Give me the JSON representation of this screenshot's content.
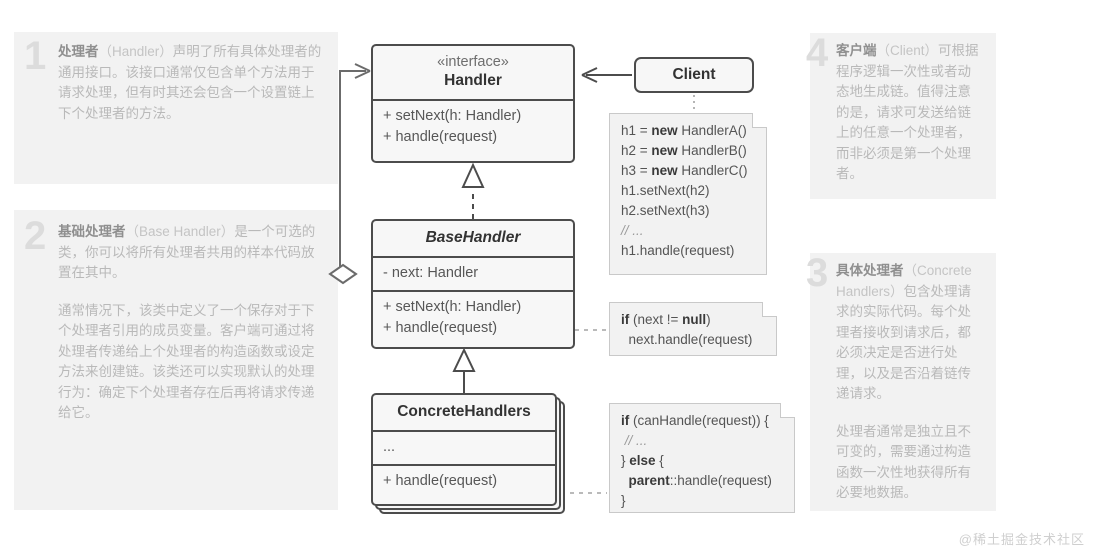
{
  "annotations": [
    {
      "number": "1",
      "term": "处理者",
      "en": "（Handler）",
      "paragraphs": [
        "声明了所有具体处理者的通用接口。该接口通常仅包含单个方法用于请求处理，但有时其还会包含一个设置链上下个处理者的方法。"
      ]
    },
    {
      "number": "2",
      "term": "基础处理者",
      "en": "（Base Handler）",
      "paragraphs": [
        "是一个可选的类，你可以将所有处理者共用的样本代码放置在其中。",
        "通常情况下，该类中定义了一个保存对于下个处理者引用的成员变量。客户端可通过将处理者传递给上个处理者的构造函数或设定方法来创建链。该类还可以实现默认的处理行为：确定下个处理者存在后再将请求传递给它。"
      ]
    },
    {
      "number": "3",
      "term": "具体处理者",
      "en": "（Concrete Handlers）",
      "paragraphs": [
        "包含处理请求的实际代码。每个处理者接收到请求后，都必须决定是否进行处理，以及是否沿着链传递请求。",
        "处理者通常是独立且不可变的，需要通过构造函数一次性地获得所有必要地数据。"
      ]
    },
    {
      "number": "4",
      "term": "客户端",
      "en": "（Client）",
      "paragraphs": [
        "可根据程序逻辑一次性或者动态地生成链。值得注意的是，请求可发送给链上的任意一个处理者，而非必须是第一个处理者。"
      ]
    }
  ],
  "watermark": "@稀土掘金技术社区",
  "classes": {
    "handler": {
      "stereotype": "«interface»",
      "name": "Handler",
      "methods": [
        "+ setNext(h: Handler)",
        "+ handle(request)"
      ]
    },
    "base_handler": {
      "name": "BaseHandler",
      "fields": [
        "- next: Handler"
      ],
      "methods": [
        "+ setNext(h: Handler)",
        "+ handle(request)"
      ]
    },
    "concrete_handlers": {
      "name": "ConcreteHandlers",
      "fields": [
        "..."
      ],
      "methods": [
        "+ handle(request)"
      ]
    },
    "client": {
      "name": "Client"
    }
  },
  "notes": {
    "client_code": {
      "lines": [
        [
          {
            "t": "h1 = ",
            "s": "p"
          },
          {
            "t": "new",
            "s": "b"
          },
          {
            "t": " HandlerA()",
            "s": "p"
          }
        ],
        [
          {
            "t": "h2 = ",
            "s": "p"
          },
          {
            "t": "new",
            "s": "b"
          },
          {
            "t": " HandlerB()",
            "s": "p"
          }
        ],
        [
          {
            "t": "h3 = ",
            "s": "p"
          },
          {
            "t": "new",
            "s": "b"
          },
          {
            "t": " HandlerC()",
            "s": "p"
          }
        ],
        [
          {
            "t": "h1.setNext(h2)",
            "s": "p"
          }
        ],
        [
          {
            "t": "h2.setNext(h3)",
            "s": "p"
          }
        ],
        [
          {
            "t": "// ...",
            "s": "c"
          }
        ],
        [
          {
            "t": "h1.handle(request)",
            "s": "p"
          }
        ]
      ]
    },
    "base_code": {
      "lines": [
        [
          {
            "t": "if",
            "s": "b"
          },
          {
            "t": " (next != ",
            "s": "p"
          },
          {
            "t": "null",
            "s": "b"
          },
          {
            "t": ")",
            "s": "p"
          }
        ],
        [
          {
            "t": "  next.handle(request)",
            "s": "p"
          }
        ]
      ]
    },
    "concrete_code": {
      "lines": [
        [
          {
            "t": "if",
            "s": "b"
          },
          {
            "t": " (canHandle(request)) {",
            "s": "p"
          }
        ],
        [
          {
            "t": " // ...",
            "s": "c"
          }
        ],
        [
          {
            "t": "} ",
            "s": "p"
          },
          {
            "t": "else",
            "s": "b"
          },
          {
            "t": " {",
            "s": "p"
          }
        ],
        [
          {
            "t": "  ",
            "s": "p"
          },
          {
            "t": "parent",
            "s": "b"
          },
          {
            "t": "::handle(request)",
            "s": "p"
          }
        ],
        [
          {
            "t": "}",
            "s": "p"
          }
        ]
      ]
    }
  },
  "colors": {
    "panel_bg": "#f2f2f2",
    "panel_text": "#b9b9b9",
    "panel_term": "#8f8f8f",
    "panel_number": "#dcdcdc",
    "box_border": "#4c4c4c",
    "box_fill": "#f7f7f7",
    "line": "#6b6b6b"
  }
}
